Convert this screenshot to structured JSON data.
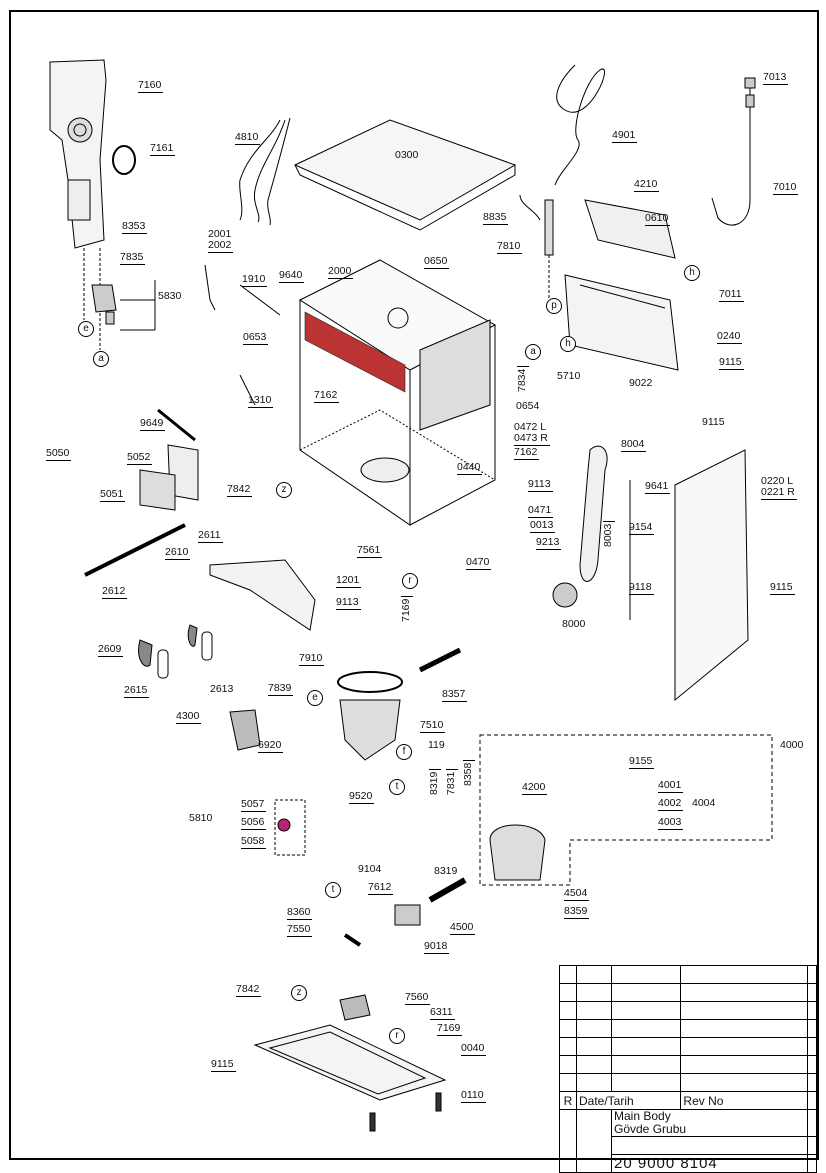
{
  "title_block": {
    "rev_marker": "R",
    "date_header": "Date/Tarih",
    "rev_header": "Rev No",
    "title_en": "Main Body",
    "title_tr": "Gövde Grubu",
    "drawing_number": "20 9000 8104"
  },
  "callouts": {
    "c7160": "7160",
    "c7161": "7161",
    "c8353": "8353",
    "c7835": "7835",
    "c5830": "5830",
    "c4810": "4810",
    "c0300": "0300",
    "c4901": "4901",
    "c7013": "7013",
    "c4210": "4210",
    "c7010": "7010",
    "c8835": "8835",
    "c0610": "0610",
    "c7810": "7810",
    "c2001": "2001",
    "c2002": "2002",
    "c1910": "1910",
    "c9640": "9640",
    "c2000": "2000",
    "c0650": "0650",
    "c7011": "7011",
    "c0240": "0240",
    "c9115a": "9115",
    "c0653": "0653",
    "c7162a": "7162",
    "c1310": "1310",
    "c7834": "7834",
    "c5710": "5710",
    "c9022": "9022",
    "c0654": "0654",
    "c9649": "9649",
    "c5050": "5050",
    "c5052": "5052",
    "c5051": "5051",
    "c2611": "2611",
    "c0472": "0472 L",
    "c0473": "0473 R",
    "c7162b": "7162",
    "c8004": "8004",
    "c9115b": "9115",
    "c0440": "0440",
    "c9113a": "9113",
    "c9641": "9641",
    "c0220": "0220 L",
    "c0221": "0221 R",
    "c7842a": "7842",
    "c0471": "0471",
    "c0013": "0013",
    "c9213": "9213",
    "c8003": "8003",
    "c9154": "9154",
    "c7561": "7561",
    "c0470": "0470",
    "c2610": "2610",
    "c2612": "2612",
    "c1201": "1201",
    "c9113b": "9113",
    "c7169a": "7169",
    "c9118": "9118",
    "c9115c": "9115",
    "c8000": "8000",
    "c2609": "2609",
    "c2615": "2615",
    "c2613": "2613",
    "c7910": "7910",
    "c8357": "8357",
    "c7839": "7839",
    "c4300": "4300",
    "c7510": "7510",
    "c6920": "6920",
    "c119": "119",
    "c4000": "4000",
    "c9155": "9155",
    "c4001": "4001",
    "c4002": "4002",
    "c4004": "4004",
    "c4003": "4003",
    "c5057": "5057",
    "c5810": "5810",
    "c5056": "5056",
    "c5058": "5058",
    "c9520": "9520",
    "c8319a": "8319",
    "c7831": "7831",
    "c8358": "8358",
    "c4200": "4200",
    "c9104": "9104",
    "c8319b": "8319",
    "c7612": "7612",
    "c4504": "4504",
    "c8360": "8360",
    "c8359": "8359",
    "c7550": "7550",
    "c4500": "4500",
    "c9018": "9018",
    "c7842b": "7842",
    "c7560": "7560",
    "c6311": "6311",
    "c7169b": "7169",
    "c0040": "0040",
    "c9115d": "9115",
    "c0110": "0110"
  },
  "reference_letters": {
    "e1": "e",
    "a1": "a",
    "h1": "h",
    "p1": "p",
    "a2": "a",
    "h2": "h",
    "z1": "z",
    "r1": "r",
    "e2": "e",
    "f1": "f",
    "t1": "t",
    "t2": "t",
    "z2": "z",
    "r2": "r"
  }
}
